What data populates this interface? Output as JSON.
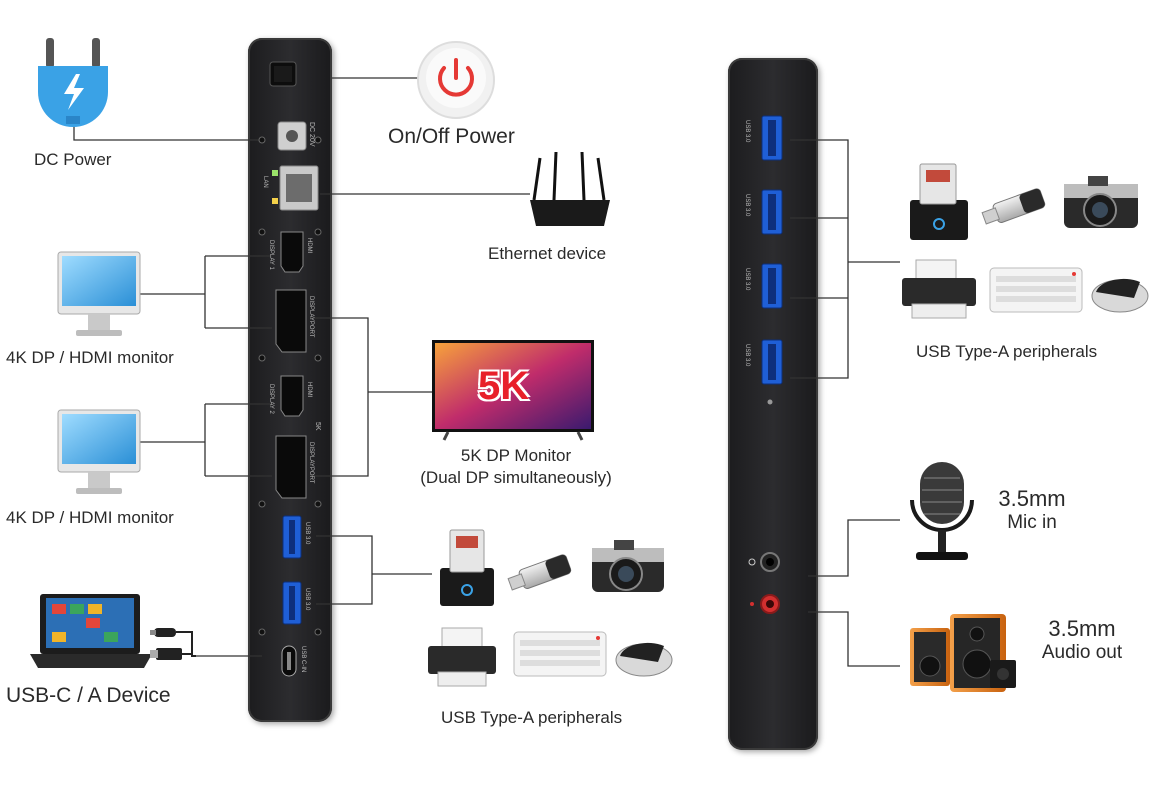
{
  "left_dock": {
    "labels": {
      "dc_power": "DC Power",
      "on_off_power": "On/Off  Power",
      "ethernet_device": "Ethernet device",
      "monitor_1": "4K DP / HDMI monitor",
      "monitor_2": "4K DP / HDMI monitor",
      "monitor_5k": "5K DP Monitor",
      "monitor_5k_sub": "(Dual DP simultaneously)",
      "usb_c_device": "USB-C / A Device",
      "usb_peripherals": "USB Type-A peripherals"
    },
    "badge_5k": "5K",
    "port_marks": {
      "dc": "DC 20V",
      "lan": "LAN",
      "hdmi1": "HDMI",
      "dp1": "DISPLAYPORT",
      "dp_side1": "DISPLAY 1",
      "hdmi2": "HDMI",
      "dp2": "DISPLAYPORT",
      "dp_side2": "DISPLAY 2",
      "five_k": "5K",
      "usb1": "USB 3.0",
      "usb2": "USB 3.0",
      "usbc": "USB C-IN"
    }
  },
  "right_dock": {
    "labels": {
      "usb_peripherals": "USB Type-A peripherals",
      "mic_size": "3.5mm",
      "mic_in": "Mic in",
      "audio_size": "3.5mm",
      "audio_out": "Audio out"
    },
    "port_marks": {
      "usb1": "USB 3.0",
      "usb2": "USB 3.0",
      "usb3": "USB 3.0",
      "usb4": "USB 3.0"
    }
  },
  "colors": {
    "dock": "#222224",
    "usb_blue": "#1f5fd6",
    "power_red": "#e53935",
    "lines": "#333333",
    "speaker_orange": "#e07a1c"
  },
  "icons": [
    "plug-icon",
    "power-button-icon",
    "router-icon",
    "monitor-icon",
    "tv-5k-icon",
    "laptop-icon",
    "usb-cable-icon",
    "hdd-dock-icon",
    "usb-drive-icon",
    "camera-icon",
    "printer-icon",
    "keyboard-icon",
    "mouse-icon",
    "microphone-icon",
    "speakers-icon"
  ]
}
